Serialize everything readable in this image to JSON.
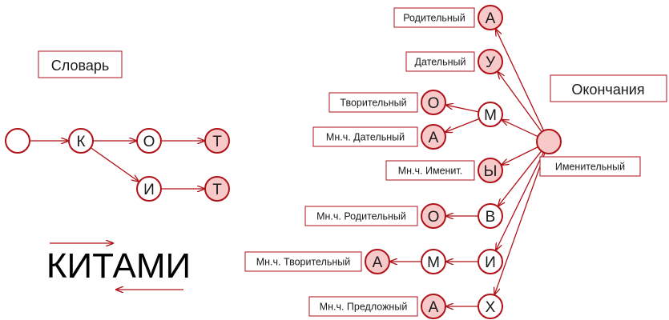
{
  "titles": {
    "dictionary": "Словарь",
    "endings": "Окончания"
  },
  "word": "КИТАМИ",
  "colors": {
    "stroke": "#b01218",
    "fill_terminal": "#f7c9c9",
    "fill_plain": "#ffffff"
  },
  "dictionary": {
    "nodes": [
      {
        "id": "d0",
        "label": "",
        "terminal": false
      },
      {
        "id": "d1",
        "label": "К",
        "terminal": false
      },
      {
        "id": "d2",
        "label": "О",
        "terminal": false
      },
      {
        "id": "d3",
        "label": "Т",
        "terminal": true
      },
      {
        "id": "d4",
        "label": "И",
        "terminal": false
      },
      {
        "id": "d5",
        "label": "Т",
        "terminal": true
      }
    ],
    "edges": [
      [
        "d0",
        "d1"
      ],
      [
        "d1",
        "d2"
      ],
      [
        "d2",
        "d3"
      ],
      [
        "d1",
        "d4"
      ],
      [
        "d4",
        "d5"
      ]
    ]
  },
  "endings": {
    "nodes": [
      {
        "id": "root",
        "label": "",
        "terminal": true
      },
      {
        "id": "rodA",
        "label": "А",
        "terminal": true
      },
      {
        "id": "datU",
        "label": "У",
        "terminal": true
      },
      {
        "id": "m",
        "label": "М",
        "terminal": false
      },
      {
        "id": "tvO",
        "label": "О",
        "terminal": true
      },
      {
        "id": "mdA",
        "label": "А",
        "terminal": true
      },
      {
        "id": "miY",
        "label": "Ы",
        "terminal": true
      },
      {
        "id": "v",
        "label": "В",
        "terminal": false
      },
      {
        "id": "mrO",
        "label": "О",
        "terminal": true
      },
      {
        "id": "i",
        "label": "И",
        "terminal": false
      },
      {
        "id": "im",
        "label": "М",
        "terminal": false
      },
      {
        "id": "mtA",
        "label": "А",
        "terminal": true
      },
      {
        "id": "kh",
        "label": "Х",
        "terminal": false
      },
      {
        "id": "mpA",
        "label": "А",
        "terminal": true
      }
    ],
    "edges": [
      [
        "root",
        "rodA"
      ],
      [
        "root",
        "datU"
      ],
      [
        "root",
        "m"
      ],
      [
        "root",
        "miY"
      ],
      [
        "root",
        "v"
      ],
      [
        "root",
        "i"
      ],
      [
        "root",
        "kh"
      ],
      [
        "m",
        "tvO"
      ],
      [
        "m",
        "mdA"
      ],
      [
        "v",
        "mrO"
      ],
      [
        "i",
        "im"
      ],
      [
        "im",
        "mtA"
      ],
      [
        "kh",
        "mpA"
      ]
    ],
    "case_labels": [
      {
        "node": "rodA",
        "text": "Родительный"
      },
      {
        "node": "datU",
        "text": "Дательный"
      },
      {
        "node": "tvO",
        "text": "Творительный"
      },
      {
        "node": "mdA",
        "text": "Мн.ч. Дательный"
      },
      {
        "node": "miY",
        "text": "Мн.ч. Именит."
      },
      {
        "node": "mrO",
        "text": "Мн.ч. Родительный"
      },
      {
        "node": "mtA",
        "text": "Мн.ч. Творительный"
      },
      {
        "node": "mpA",
        "text": "Мн.ч. Предложный"
      },
      {
        "node": "root",
        "text": "Именительный"
      }
    ]
  }
}
